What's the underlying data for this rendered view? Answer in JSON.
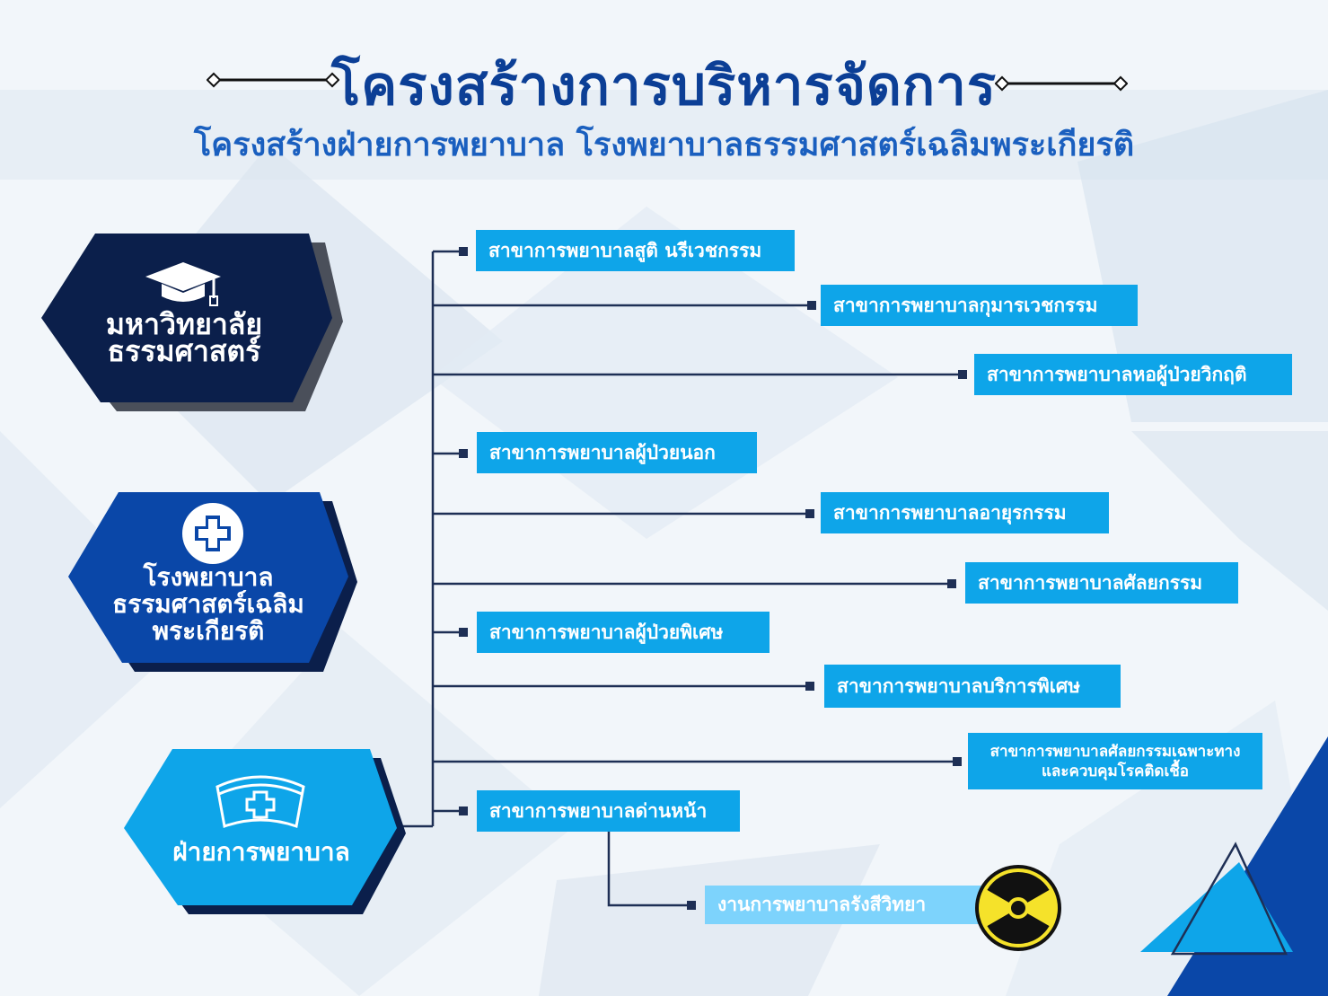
{
  "header": {
    "title": "โครงสร้างการบริหารจัดการ",
    "subtitle": "โครงสร้างฝ่ายการพยาบาล โรงพยาบาลธรรมศาสตร์เฉลิมพระเกียรติ"
  },
  "entities": [
    {
      "line1": "มหาวิทยาลัย",
      "line2": "ธรรมศาสตร์",
      "icon": "graduation-cap-icon",
      "color": "#0b1f4b"
    },
    {
      "line1": "โรงพยาบาล",
      "line2": "ธรรมศาสตร์เฉลิม",
      "line3": "พระเกียรติ",
      "icon": "medical-cross-icon",
      "color": "#0a47a8"
    },
    {
      "line1": "ฝ่ายการพยาบาล",
      "icon": "nurse-cap-icon",
      "color": "#0ea5e9"
    }
  ],
  "departments": [
    "สาขาการพยาบาลสูติ นรีเวชกรรม",
    "สาขาการพยาบาลกุมารเวชกรรม",
    "สาขาการพยาบาลหอผู้ป่วยวิกฤติ",
    "สาขาการพยาบาลผู้ป่วยนอก",
    "สาขาการพยาบาลอายุรกรรม",
    "สาขาการพยาบาลศัลยกรรม",
    "สาขาการพยาบาลผู้ป่วยพิเศษ",
    "สาขาการพยาบาลบริการพิเศษ",
    {
      "line1": "สาขาการพยาบาลศัลยกรรมเฉพาะทาง",
      "line2": "และควบคุมโรคติดเชื้อ"
    },
    "สาขาการพยาบาลด่านหน้า"
  ],
  "sub_unit": {
    "label": "งานการพยาบาลรังสีวิทยา",
    "icon": "radiation-icon"
  },
  "colors": {
    "dark_navy": "#0b1f4b",
    "royal_blue": "#0a47a8",
    "sky_blue": "#0ea5e9",
    "light_sky": "#7dd3fc",
    "connector": "#1e2f55"
  }
}
